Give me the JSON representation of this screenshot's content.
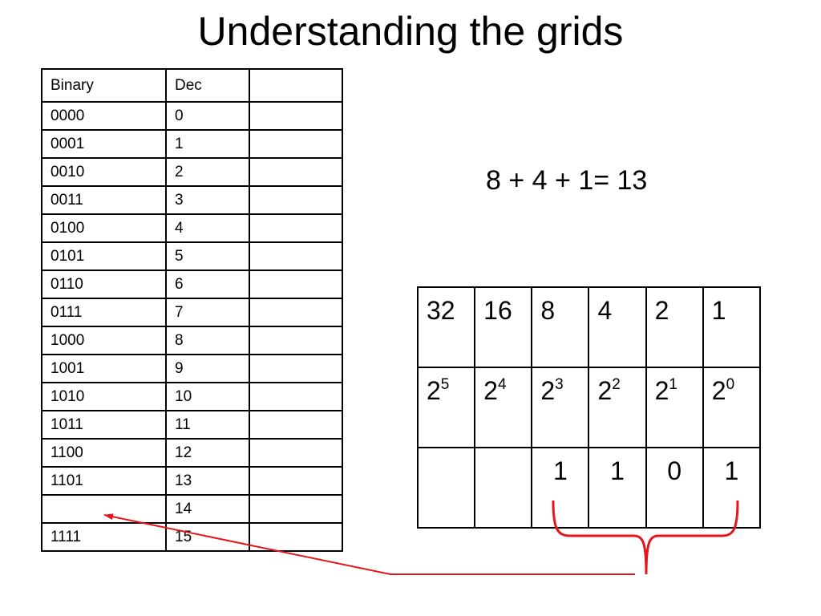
{
  "slide": {
    "title": "Understanding the grids"
  },
  "binary_table": {
    "headers": [
      "Binary",
      "Dec",
      ""
    ],
    "rows": [
      [
        "0000",
        "0",
        ""
      ],
      [
        "0001",
        "1",
        ""
      ],
      [
        "0010",
        "2",
        ""
      ],
      [
        "0011",
        "3",
        ""
      ],
      [
        "0100",
        "4",
        ""
      ],
      [
        "0101",
        "5",
        ""
      ],
      [
        "0110",
        "6",
        ""
      ],
      [
        "0111",
        "7",
        ""
      ],
      [
        "1000",
        "8",
        ""
      ],
      [
        "1001",
        "9",
        ""
      ],
      [
        "1010",
        "10",
        ""
      ],
      [
        "1011",
        "11",
        ""
      ],
      [
        "1100",
        "12",
        ""
      ],
      [
        "1101",
        "13",
        ""
      ],
      [
        "",
        "14",
        ""
      ],
      [
        "1111",
        "15",
        ""
      ]
    ]
  },
  "equation": "8 + 4 + 1= 13",
  "powers_table": {
    "values": [
      "32",
      "16",
      "8",
      "4",
      "2",
      "1"
    ],
    "powers": [
      {
        "base": "2",
        "exp": "5"
      },
      {
        "base": "2",
        "exp": "4"
      },
      {
        "base": "2",
        "exp": "3"
      },
      {
        "base": "2",
        "exp": "2"
      },
      {
        "base": "2",
        "exp": "1"
      },
      {
        "base": "2",
        "exp": "0"
      }
    ],
    "bits": [
      "",
      "",
      "1",
      "1",
      "0",
      "1"
    ]
  },
  "annotation_color": "#e8141b"
}
